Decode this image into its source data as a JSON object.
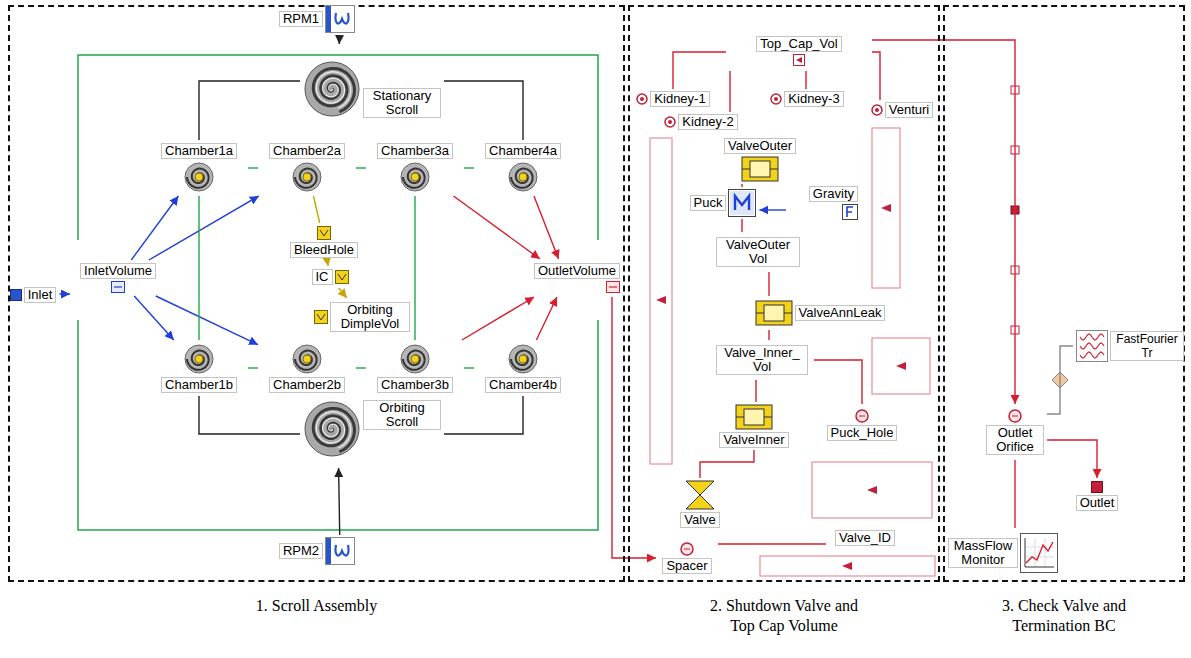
{
  "diagram": {
    "nodes": [
      {
        "text": [
          "1. Scroll Assembly"
        ]
      },
      {
        "text": [
          "RPM1"
        ],
        "in": 0
      },
      {
        "text": [
          "Stationary Scroll"
        ],
        "in": 0
      },
      {
        "text": [
          "Chamber1a"
        ],
        "in": 0
      },
      {
        "text": [
          "Chamber2a"
        ],
        "in": 0
      },
      {
        "text": [
          "Chamber3a"
        ],
        "in": 0
      },
      {
        "text": [
          "Chamber4a"
        ],
        "in": 0
      },
      {
        "text": [
          "Inlet"
        ],
        "in": 0
      },
      {
        "text": [
          "InletVolume"
        ],
        "in": 0
      },
      {
        "text": [
          "BleedHole"
        ],
        "in": 0
      },
      {
        "text": [
          "IC"
        ],
        "in": 0
      },
      {
        "text": [
          "OutletVolume"
        ],
        "in": 0
      },
      {
        "text": [
          "Orbiting DimpleVol"
        ],
        "in": 0
      },
      {
        "text": [
          "Chamber1b"
        ],
        "in": 0
      },
      {
        "text": [
          "Chamber2b"
        ],
        "in": 0
      },
      {
        "text": [
          "Chamber3b"
        ],
        "in": 0
      },
      {
        "text": [
          "Chamber4b"
        ],
        "in": 0
      },
      {
        "text": [
          "Orbiting Scroll"
        ],
        "in": 0
      },
      {
        "text": [
          "RPM2"
        ],
        "in": 0
      },
      {
        "text": [
          "2. Shutdown Valve and Top Cap Volume"
        ]
      },
      {
        "text": [
          "Top_Cap_Vol"
        ],
        "in": 19
      },
      {
        "text": [
          "Kidney-1"
        ],
        "in": 19
      },
      {
        "text": [
          "Kidney-3"
        ],
        "in": 19
      },
      {
        "text": [
          "Venturi"
        ],
        "in": 19
      },
      {
        "text": [
          "Kidney-2"
        ],
        "in": 19
      },
      {
        "text": [
          "ValveOuter"
        ],
        "in": 19
      },
      {
        "text": [
          "Gravity"
        ],
        "in": 19
      },
      {
        "text": [
          "Puck"
        ],
        "in": 19
      },
      {
        "text": [
          "ValveOuter Vol"
        ],
        "in": 19
      },
      {
        "text": [
          "ValveAnnLeak"
        ],
        "in": 19
      },
      {
        "text": [
          "Valve_Inner_ Vol"
        ],
        "in": 19
      },
      {
        "text": [
          "ValveInner"
        ],
        "in": 19
      },
      {
        "text": [
          "Puck_Hole"
        ],
        "in": 19
      },
      {
        "text": [
          "Valve"
        ],
        "in": 19
      },
      {
        "text": [
          "Valve_ID"
        ],
        "in": 19
      },
      {
        "text": [
          "Spacer"
        ],
        "in": 19
      },
      {
        "text": [
          "3. Check Valve and Termination BC"
        ]
      },
      {
        "text": [
          "FastFourier Tr"
        ],
        "in": 36
      },
      {
        "text": [
          "Outlet Orifice"
        ],
        "in": 36
      },
      {
        "text": [
          "Outlet"
        ],
        "in": 36
      },
      {
        "text": [
          "MassFlow Monitor"
        ],
        "in": 36
      }
    ],
    "edges": [
      {
        "from": 7,
        "to": 8,
        "arrow": "to"
      },
      {
        "from": 8,
        "to": 3,
        "arrow": "to"
      },
      {
        "from": 8,
        "to": 4,
        "arrow": "to"
      },
      {
        "from": 8,
        "to": 13,
        "arrow": "to"
      },
      {
        "from": 8,
        "to": 14,
        "arrow": "to"
      },
      {
        "from": 3,
        "to": 4,
        "arrow": "none"
      },
      {
        "from": 4,
        "to": 5,
        "arrow": "none"
      },
      {
        "from": 5,
        "to": 6,
        "arrow": "none"
      },
      {
        "from": 13,
        "to": 14,
        "arrow": "none"
      },
      {
        "from": 14,
        "to": 15,
        "arrow": "none"
      },
      {
        "from": 15,
        "to": 16,
        "arrow": "none"
      },
      {
        "from": 3,
        "to": 13,
        "arrow": "none"
      },
      {
        "from": 5,
        "to": 15,
        "arrow": "none"
      },
      {
        "from": 5,
        "to": 11,
        "arrow": "to"
      },
      {
        "from": 6,
        "to": 11,
        "arrow": "to"
      },
      {
        "from": 15,
        "to": 11,
        "arrow": "to"
      },
      {
        "from": 16,
        "to": 11,
        "arrow": "to"
      },
      {
        "from": 4,
        "to": 9,
        "arrow": "none"
      },
      {
        "from": 9,
        "to": 10,
        "arrow": "to"
      },
      {
        "from": 10,
        "to": 12,
        "arrow": "to"
      },
      {
        "from": 1,
        "to": 2,
        "arrow": "to"
      },
      {
        "from": 18,
        "to": 17,
        "arrow": "to"
      },
      {
        "from": 2,
        "to": 3,
        "arrow": "none"
      },
      {
        "from": 2,
        "to": 6,
        "arrow": "none"
      },
      {
        "from": 17,
        "to": 13,
        "arrow": "none"
      },
      {
        "from": 17,
        "to": 16,
        "arrow": "none"
      },
      {
        "from": 11,
        "to": 35,
        "arrow": "to"
      },
      {
        "from": 21,
        "to": 20,
        "arrow": "none"
      },
      {
        "from": 24,
        "to": 20,
        "arrow": "none"
      },
      {
        "from": 22,
        "to": 20,
        "arrow": "none"
      },
      {
        "from": 23,
        "to": 20,
        "arrow": "none"
      },
      {
        "from": 20,
        "to": 38,
        "arrow": "to"
      },
      {
        "from": 26,
        "to": 27,
        "arrow": "to"
      },
      {
        "from": 25,
        "to": 27,
        "arrow": "none"
      },
      {
        "from": 27,
        "to": 28,
        "arrow": "none"
      },
      {
        "from": 28,
        "to": 29,
        "arrow": "none"
      },
      {
        "from": 29,
        "to": 30,
        "arrow": "none"
      },
      {
        "from": 30,
        "to": 31,
        "arrow": "none"
      },
      {
        "from": 31,
        "to": 33,
        "arrow": "none"
      },
      {
        "from": 32,
        "to": 30,
        "arrow": "none"
      },
      {
        "from": 35,
        "to": 34,
        "arrow": "none"
      },
      {
        "from": 38,
        "to": 39,
        "arrow": "to"
      },
      {
        "from": 38,
        "to": 40,
        "arrow": "none"
      },
      {
        "from": 38,
        "to": 37,
        "arrow": "none"
      }
    ]
  }
}
